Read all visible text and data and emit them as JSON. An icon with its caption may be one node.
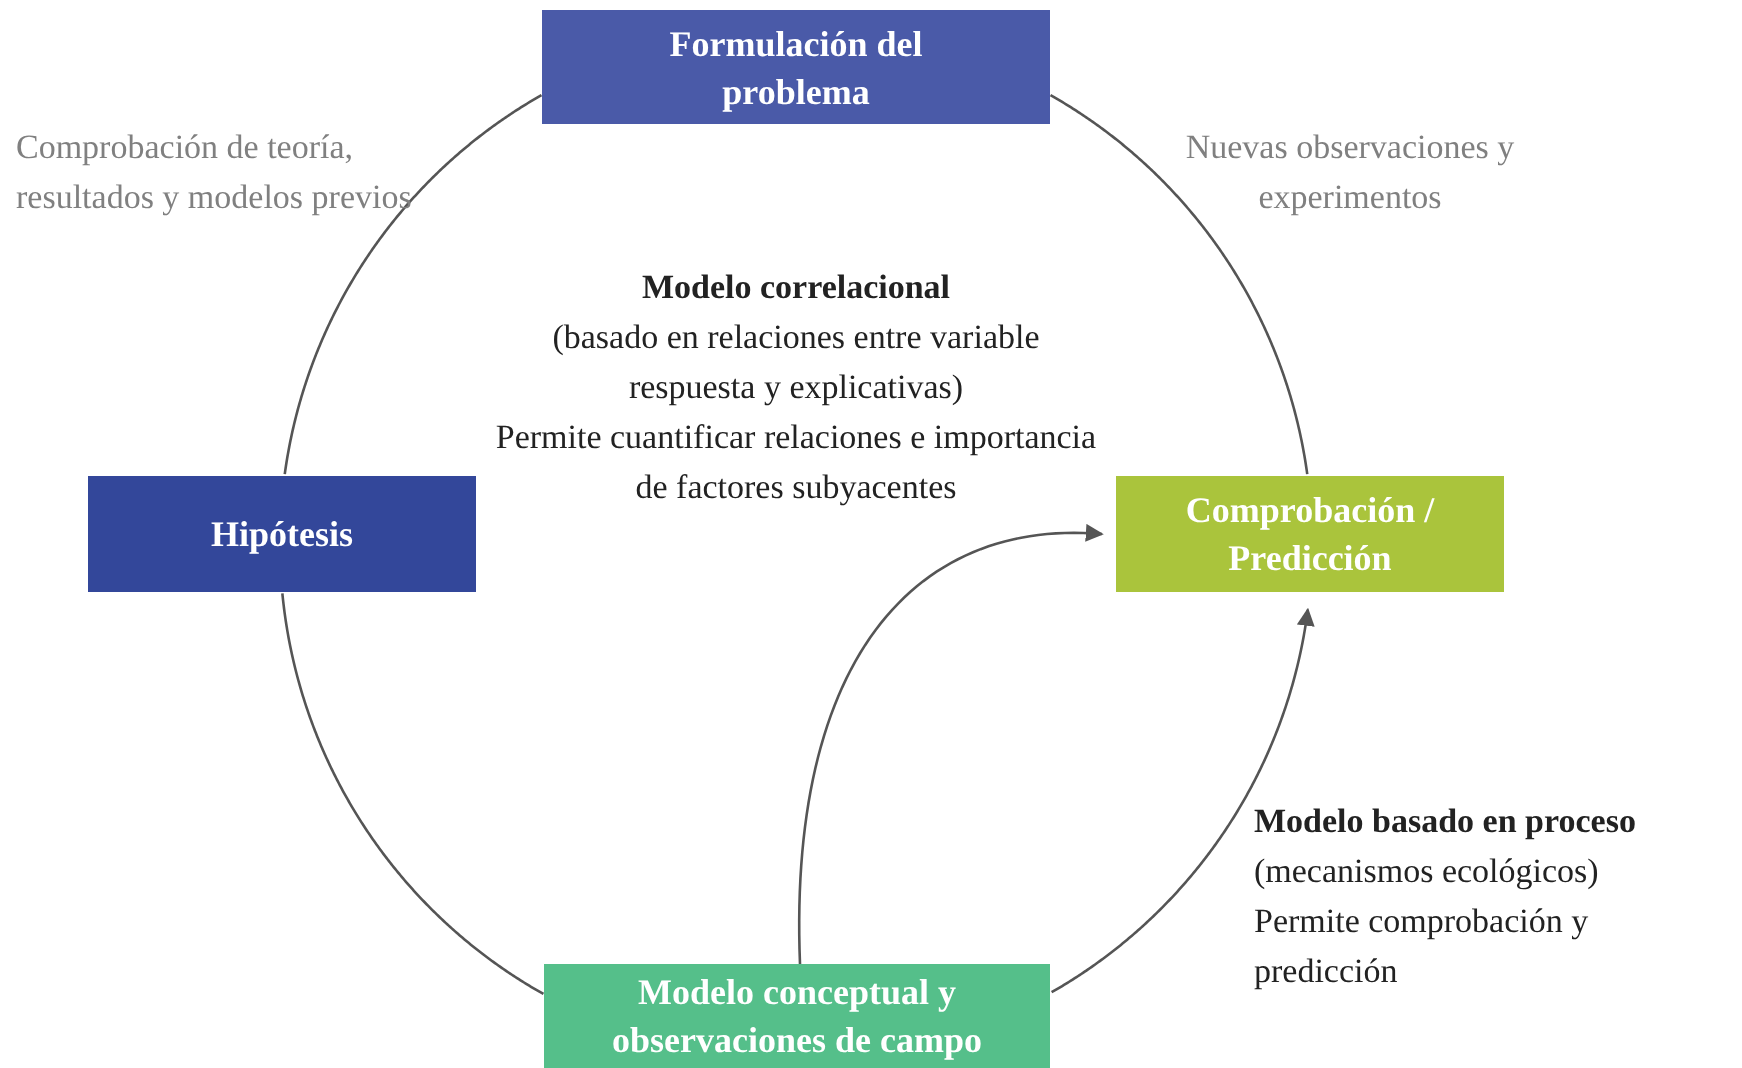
{
  "diagram": {
    "nodes": [
      {
        "text": [
          "Formulación del problema"
        ]
      },
      {
        "text": [
          "Hipótesis"
        ]
      },
      {
        "text": [
          "Comprobación / Predicción"
        ]
      },
      {
        "text": [
          "Modelo conceptual y observaciones de campo"
        ]
      }
    ],
    "edges": [
      {
        "from": 0,
        "to": 2,
        "arrow": "none"
      },
      {
        "from": 1,
        "to": 0,
        "arrow": "none"
      },
      {
        "from": 1,
        "to": 3,
        "arrow": "none"
      },
      {
        "from": 3,
        "to": 2,
        "arrow": "to"
      },
      {
        "from": 3,
        "to": 2,
        "arrow": "to"
      }
    ],
    "labels": [
      "Comprobación de teoría, resultados y modelos previos",
      "Nuevas observaciones y experimentos",
      "Modelo correlacional",
      "(basado en relaciones entre variable respuesta y explicativas)",
      "Permite cuantificar relaciones e importancia de factores subyacentes",
      "Modelo basado en proceso",
      "(mecanismos ecológicos)",
      "Permite comprobación y predicción"
    ]
  }
}
